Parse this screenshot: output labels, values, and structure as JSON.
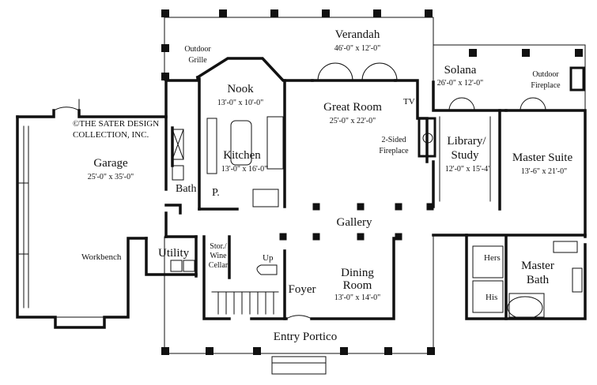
{
  "copyright": {
    "line1": "©THE SATER DESIGN",
    "line2": "COLLECTION, INC."
  },
  "rooms": {
    "verandah": {
      "name": "Verandah",
      "dim": "46'-0\" x 12'-0\""
    },
    "solana": {
      "name": "Solana",
      "dim": "26'-0\" x 12'-0\""
    },
    "outdoor_grille": {
      "line1": "Outdoor",
      "line2": "Grille"
    },
    "outdoor_fireplace": {
      "line1": "Outdoor",
      "line2": "Fireplace"
    },
    "nook": {
      "name": "Nook",
      "dim": "13'-0\" x 10'-0\""
    },
    "great_room": {
      "name": "Great Room",
      "dim": "25'-0\" x 22'-0\"",
      "tv": "TV"
    },
    "fireplace": {
      "line1": "2-Sided",
      "line2": "Fireplace"
    },
    "library": {
      "line1": "Library/",
      "line2": "Study",
      "dim": "12'-0\" x 15'-4\""
    },
    "master_suite": {
      "name": "Master Suite",
      "dim": "13'-6\" x 21'-0\""
    },
    "kitchen": {
      "name": "Kitchen",
      "dim": "13'-0\" x 16'-0\""
    },
    "pantry": {
      "name": "P."
    },
    "bath": {
      "name": "Bath"
    },
    "garage": {
      "name": "Garage",
      "dim": "25'-0\" x 35'-0\""
    },
    "workbench": {
      "name": "Workbench"
    },
    "utility": {
      "name": "Utility"
    },
    "stor_wine": {
      "line1": "Stor./",
      "line2": "Wine",
      "line3": "Cellar"
    },
    "up": {
      "name": "Up"
    },
    "gallery": {
      "name": "Gallery"
    },
    "foyer": {
      "name": "Foyer"
    },
    "dining": {
      "line1": "Dining",
      "line2": "Room",
      "dim": "13'-0\" x 14'-0\""
    },
    "master_bath": {
      "line1": "Master",
      "line2": "Bath"
    },
    "hers": {
      "name": "Hers"
    },
    "his": {
      "name": "His"
    },
    "entry_portico": {
      "name": "Entry Portico"
    }
  }
}
